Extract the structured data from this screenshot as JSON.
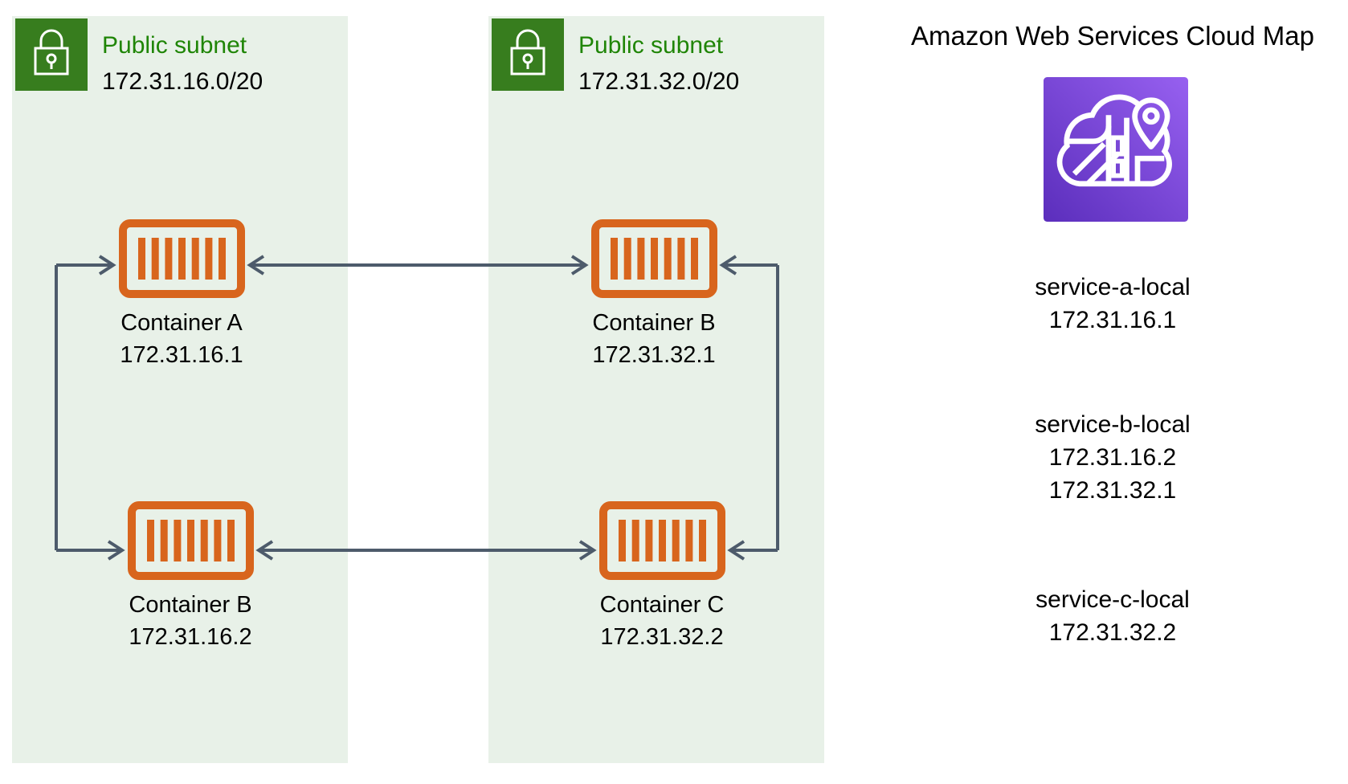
{
  "subnets": [
    {
      "label": "Public subnet",
      "cidr": "172.31.16.0/20",
      "containers": [
        {
          "name": "Container A",
          "ip": "172.31.16.1"
        },
        {
          "name": "Container B",
          "ip": "172.31.16.2"
        }
      ]
    },
    {
      "label": "Public subnet",
      "cidr": "172.31.32.0/20",
      "containers": [
        {
          "name": "Container B",
          "ip": "172.31.32.1"
        },
        {
          "name": "Container C",
          "ip": "172.31.32.2"
        }
      ]
    }
  ],
  "cloud_map": {
    "title": "Amazon Web Services Cloud Map",
    "services": [
      {
        "name": "service-a-local",
        "ips": [
          "172.31.16.1"
        ]
      },
      {
        "name": "service-b-local",
        "ips": [
          "172.31.16.2",
          "172.31.32.1"
        ]
      },
      {
        "name": "service-c-local",
        "ips": [
          "172.31.32.2"
        ]
      }
    ]
  },
  "icons": {
    "lock": "public-subnet-lock-icon",
    "container": "container-icon",
    "cloud_map": "aws-cloud-map-icon"
  },
  "colors": {
    "subnet_fill": "#e8f1e8",
    "subnet_label_green": "#1f8506",
    "lock_icon_green": "#377d1e",
    "container_orange": "#d8651d",
    "arrow_gray": "#4d5b6b",
    "cloud_map_gradient_start": "#5b2ebc",
    "cloud_map_gradient_end": "#9760f0"
  }
}
